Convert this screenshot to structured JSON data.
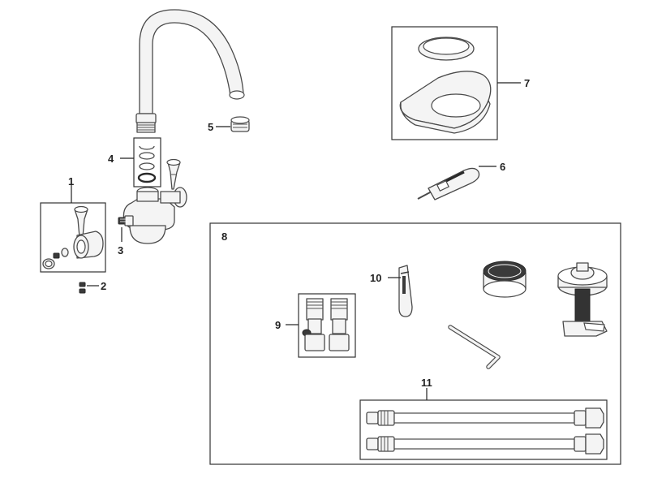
{
  "diagram": {
    "callouts": {
      "c1": "1",
      "c2": "2",
      "c3": "3",
      "c4": "4",
      "c5": "5",
      "c6": "6",
      "c7": "7",
      "c8": "8",
      "c9": "9",
      "c10": "10",
      "c11": "11"
    },
    "parts": [
      "spout",
      "aerator",
      "o-ring-kit",
      "handle-assembly",
      "set-screws",
      "cartridge",
      "removal-tool",
      "base-plate",
      "valve-kit",
      "isolation-valves",
      "allen-key",
      "flexible-hoses",
      "cap",
      "mounting-kit"
    ],
    "colors": {
      "line": "#4a4a4a",
      "fill": "#f4f4f4",
      "dark": "#3a3a3a",
      "text": "#222222"
    }
  }
}
